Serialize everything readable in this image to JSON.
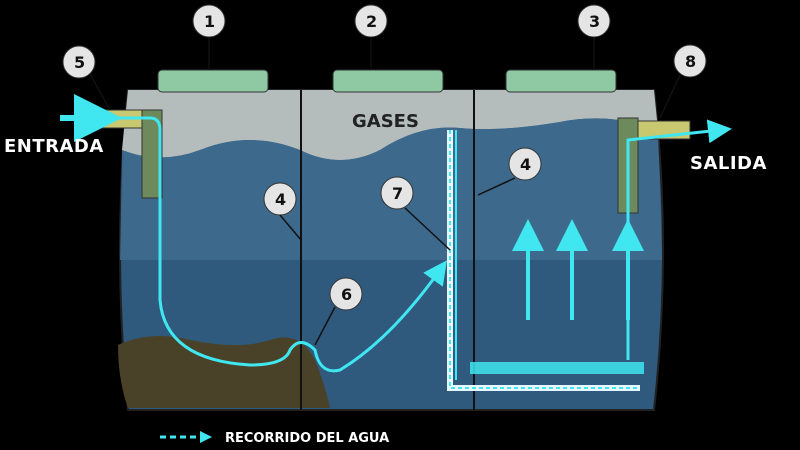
{
  "labels": {
    "inlet": "ENTRADA",
    "outlet": "SALIDA",
    "gases": "GASES",
    "legend": "RECORRIDO DEL AGUA"
  },
  "callouts": [
    "1",
    "2",
    "3",
    "4",
    "4",
    "5",
    "6",
    "7",
    "8"
  ],
  "colors": {
    "background": "#000000",
    "tank_gas": "#b4bcbc",
    "tank_water": "#3e6a8e",
    "tank_water_dark": "#2f5a7e",
    "flow": "#40e6f0",
    "sludge": "#4a4228",
    "lid": "#8fc9a4",
    "pipe": "#c8c870"
  }
}
